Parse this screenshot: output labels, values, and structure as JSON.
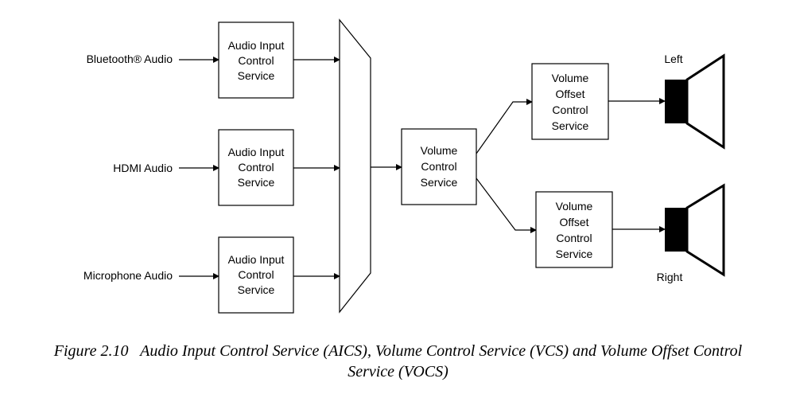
{
  "inputs": {
    "bluetooth": "Bluetooth® Audio",
    "hdmi": "HDMI Audio",
    "microphone": "Microphone Audio"
  },
  "aics_lines": [
    "Audio Input",
    "Control",
    "Service"
  ],
  "vcs_lines": [
    "Volume",
    "Control",
    "Service"
  ],
  "vocs_lines": [
    "Volume",
    "Offset",
    "Control",
    "Service"
  ],
  "speakers": {
    "left": "Left",
    "right": "Right"
  },
  "caption": {
    "line1": "Figure 2.10   Audio Input Control Service (AICS), Volume Control Service (VCS) and Volume Offset Control",
    "line2": "Service (VOCS)"
  }
}
